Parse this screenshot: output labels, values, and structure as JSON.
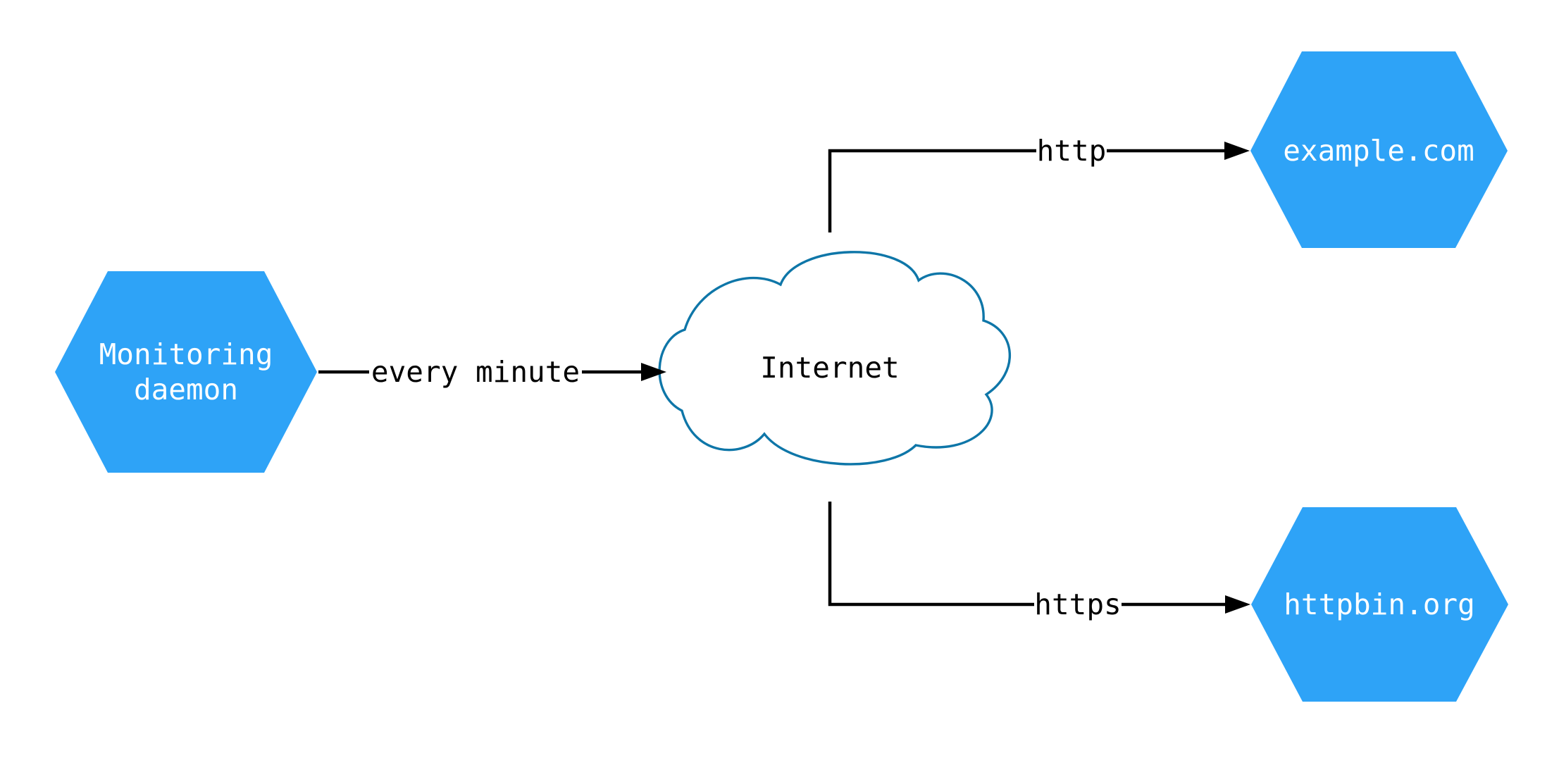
{
  "diagram": {
    "type": "network-architecture-diagram",
    "nodes": {
      "monitoring_daemon": {
        "shape": "hexagon",
        "label_lines": [
          "Monitoring",
          "daemon"
        ]
      },
      "internet": {
        "shape": "cloud",
        "label": "Internet"
      },
      "example_com": {
        "shape": "hexagon",
        "label": "example.com"
      },
      "httpbin_org": {
        "shape": "hexagon",
        "label": "httpbin.org"
      }
    },
    "edges": [
      {
        "from": "monitoring_daemon",
        "to": "internet",
        "label": "every minute"
      },
      {
        "from": "internet",
        "to": "example_com",
        "label": "http"
      },
      {
        "from": "internet",
        "to": "httpbin_org",
        "label": "https"
      }
    ],
    "colors": {
      "hexagon_fill": "#2EA3F7",
      "hexagon_text": "#FFFFFF",
      "cloud_fill": "#FFFFFF",
      "cloud_stroke": "#0E76A8",
      "edge_color": "#000000",
      "edge_label_color": "#000000",
      "background": "#FFFFFF"
    }
  }
}
